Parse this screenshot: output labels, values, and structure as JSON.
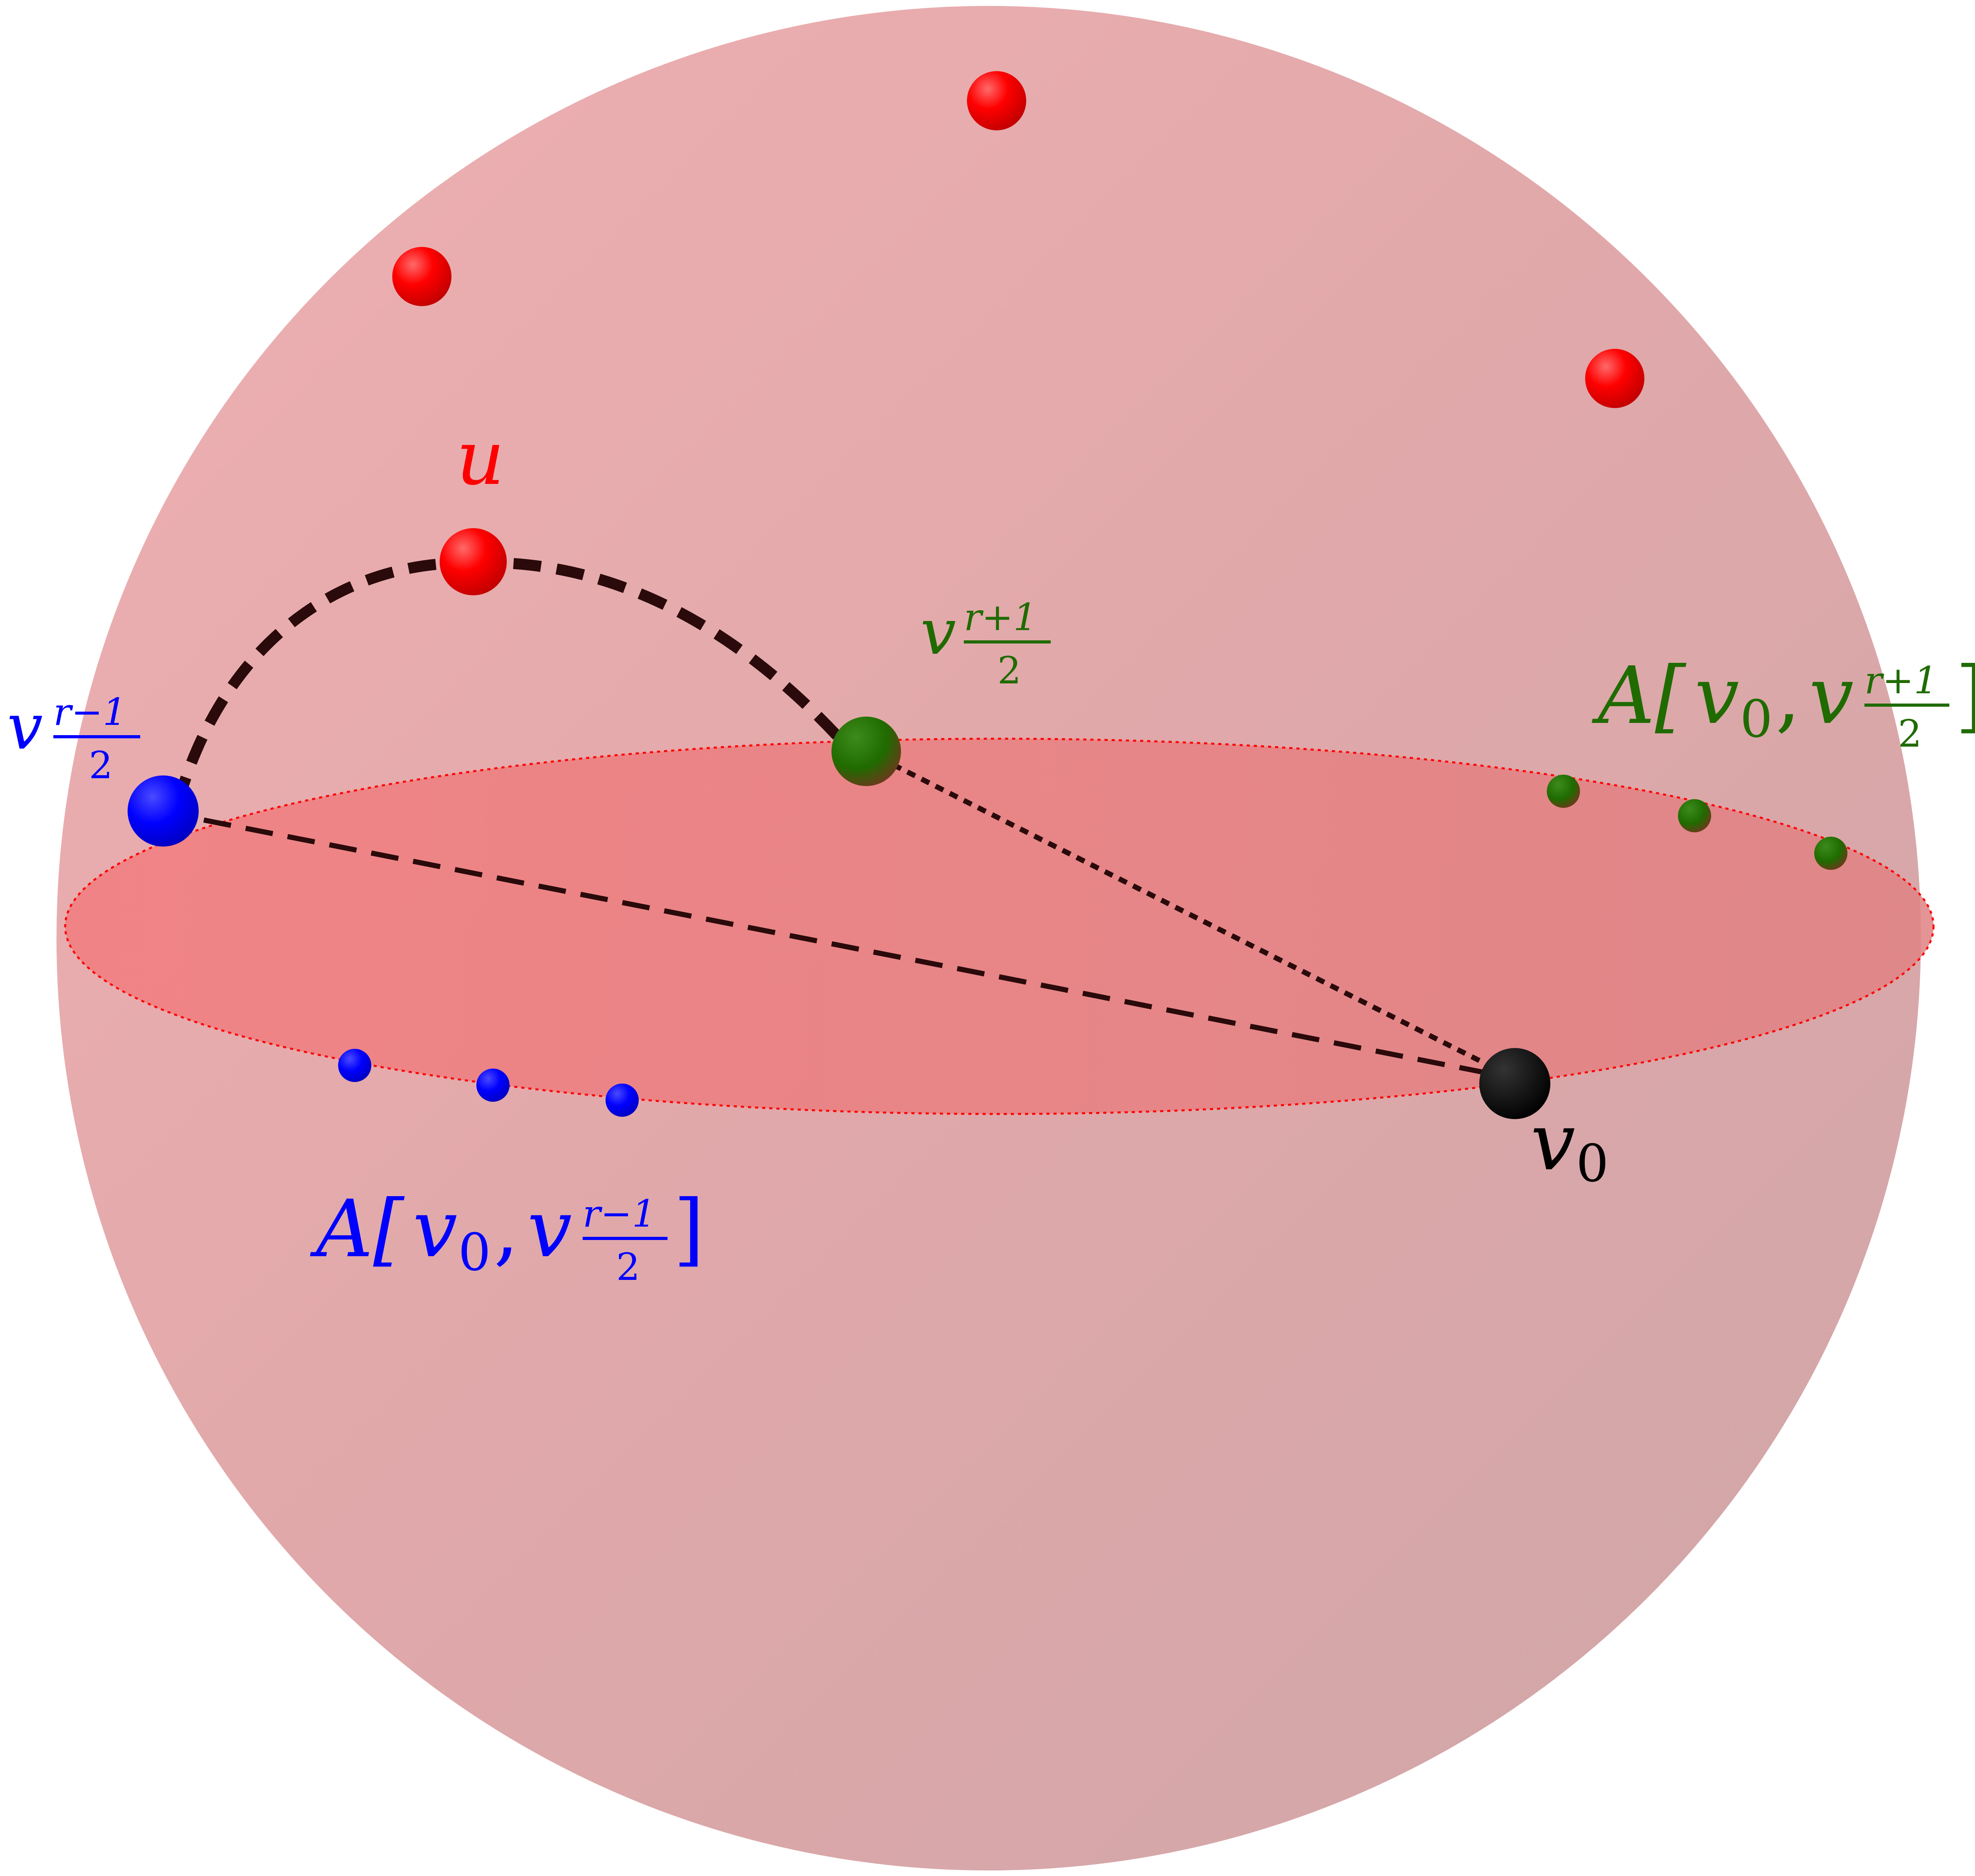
{
  "colors": {
    "sphere": "#d9a4a6",
    "sphere_light": "#ebb0b2",
    "equator": "#ee7f80",
    "red_points": "#ff0000",
    "blue_points": "#0000ff",
    "green_points": "#1f6b00",
    "origin": "#000000",
    "paths": "#2a0a0a"
  },
  "labels": {
    "u": "u",
    "v_top": {
      "base": "v",
      "num": "r+1",
      "den": "2"
    },
    "v_left": {
      "base": "v",
      "num": "r−1",
      "den": "2"
    },
    "v_origin": {
      "base": "v",
      "sub": "0"
    },
    "set_green": {
      "prefix": "A[",
      "v0_base": "v",
      "v0_sub": "0",
      "sep": ",",
      "base": "v",
      "num": "r+1",
      "den": "2",
      "suffix": "]"
    },
    "set_blue": {
      "prefix": "A[",
      "v0_base": "v",
      "v0_sub": "0",
      "sep": ",",
      "base": "v",
      "num": "r−1",
      "den": "2",
      "suffix": "]"
    }
  }
}
